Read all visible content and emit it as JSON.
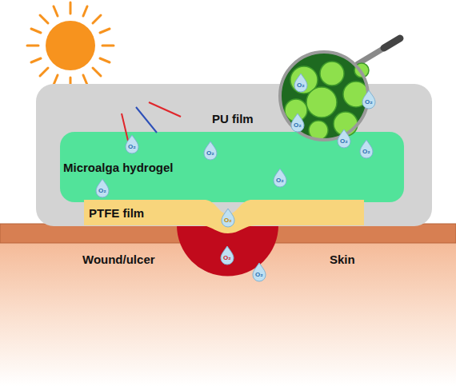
{
  "diagram": {
    "nodes": [
      {
        "text": [
          "PU film"
        ]
      },
      {
        "text": [
          "Microalga hydrogel"
        ],
        "in": 0
      },
      {
        "text": [
          "PTFE film"
        ],
        "in": 0
      }
    ],
    "labels": [
      "Wound/ulcer",
      "Skin",
      "O₂",
      "O₂",
      "O₂",
      "O₂",
      "O₂",
      "O₂",
      "O₂",
      "O₂",
      "O₂",
      "O₂",
      "O₂",
      "O₂"
    ]
  }
}
